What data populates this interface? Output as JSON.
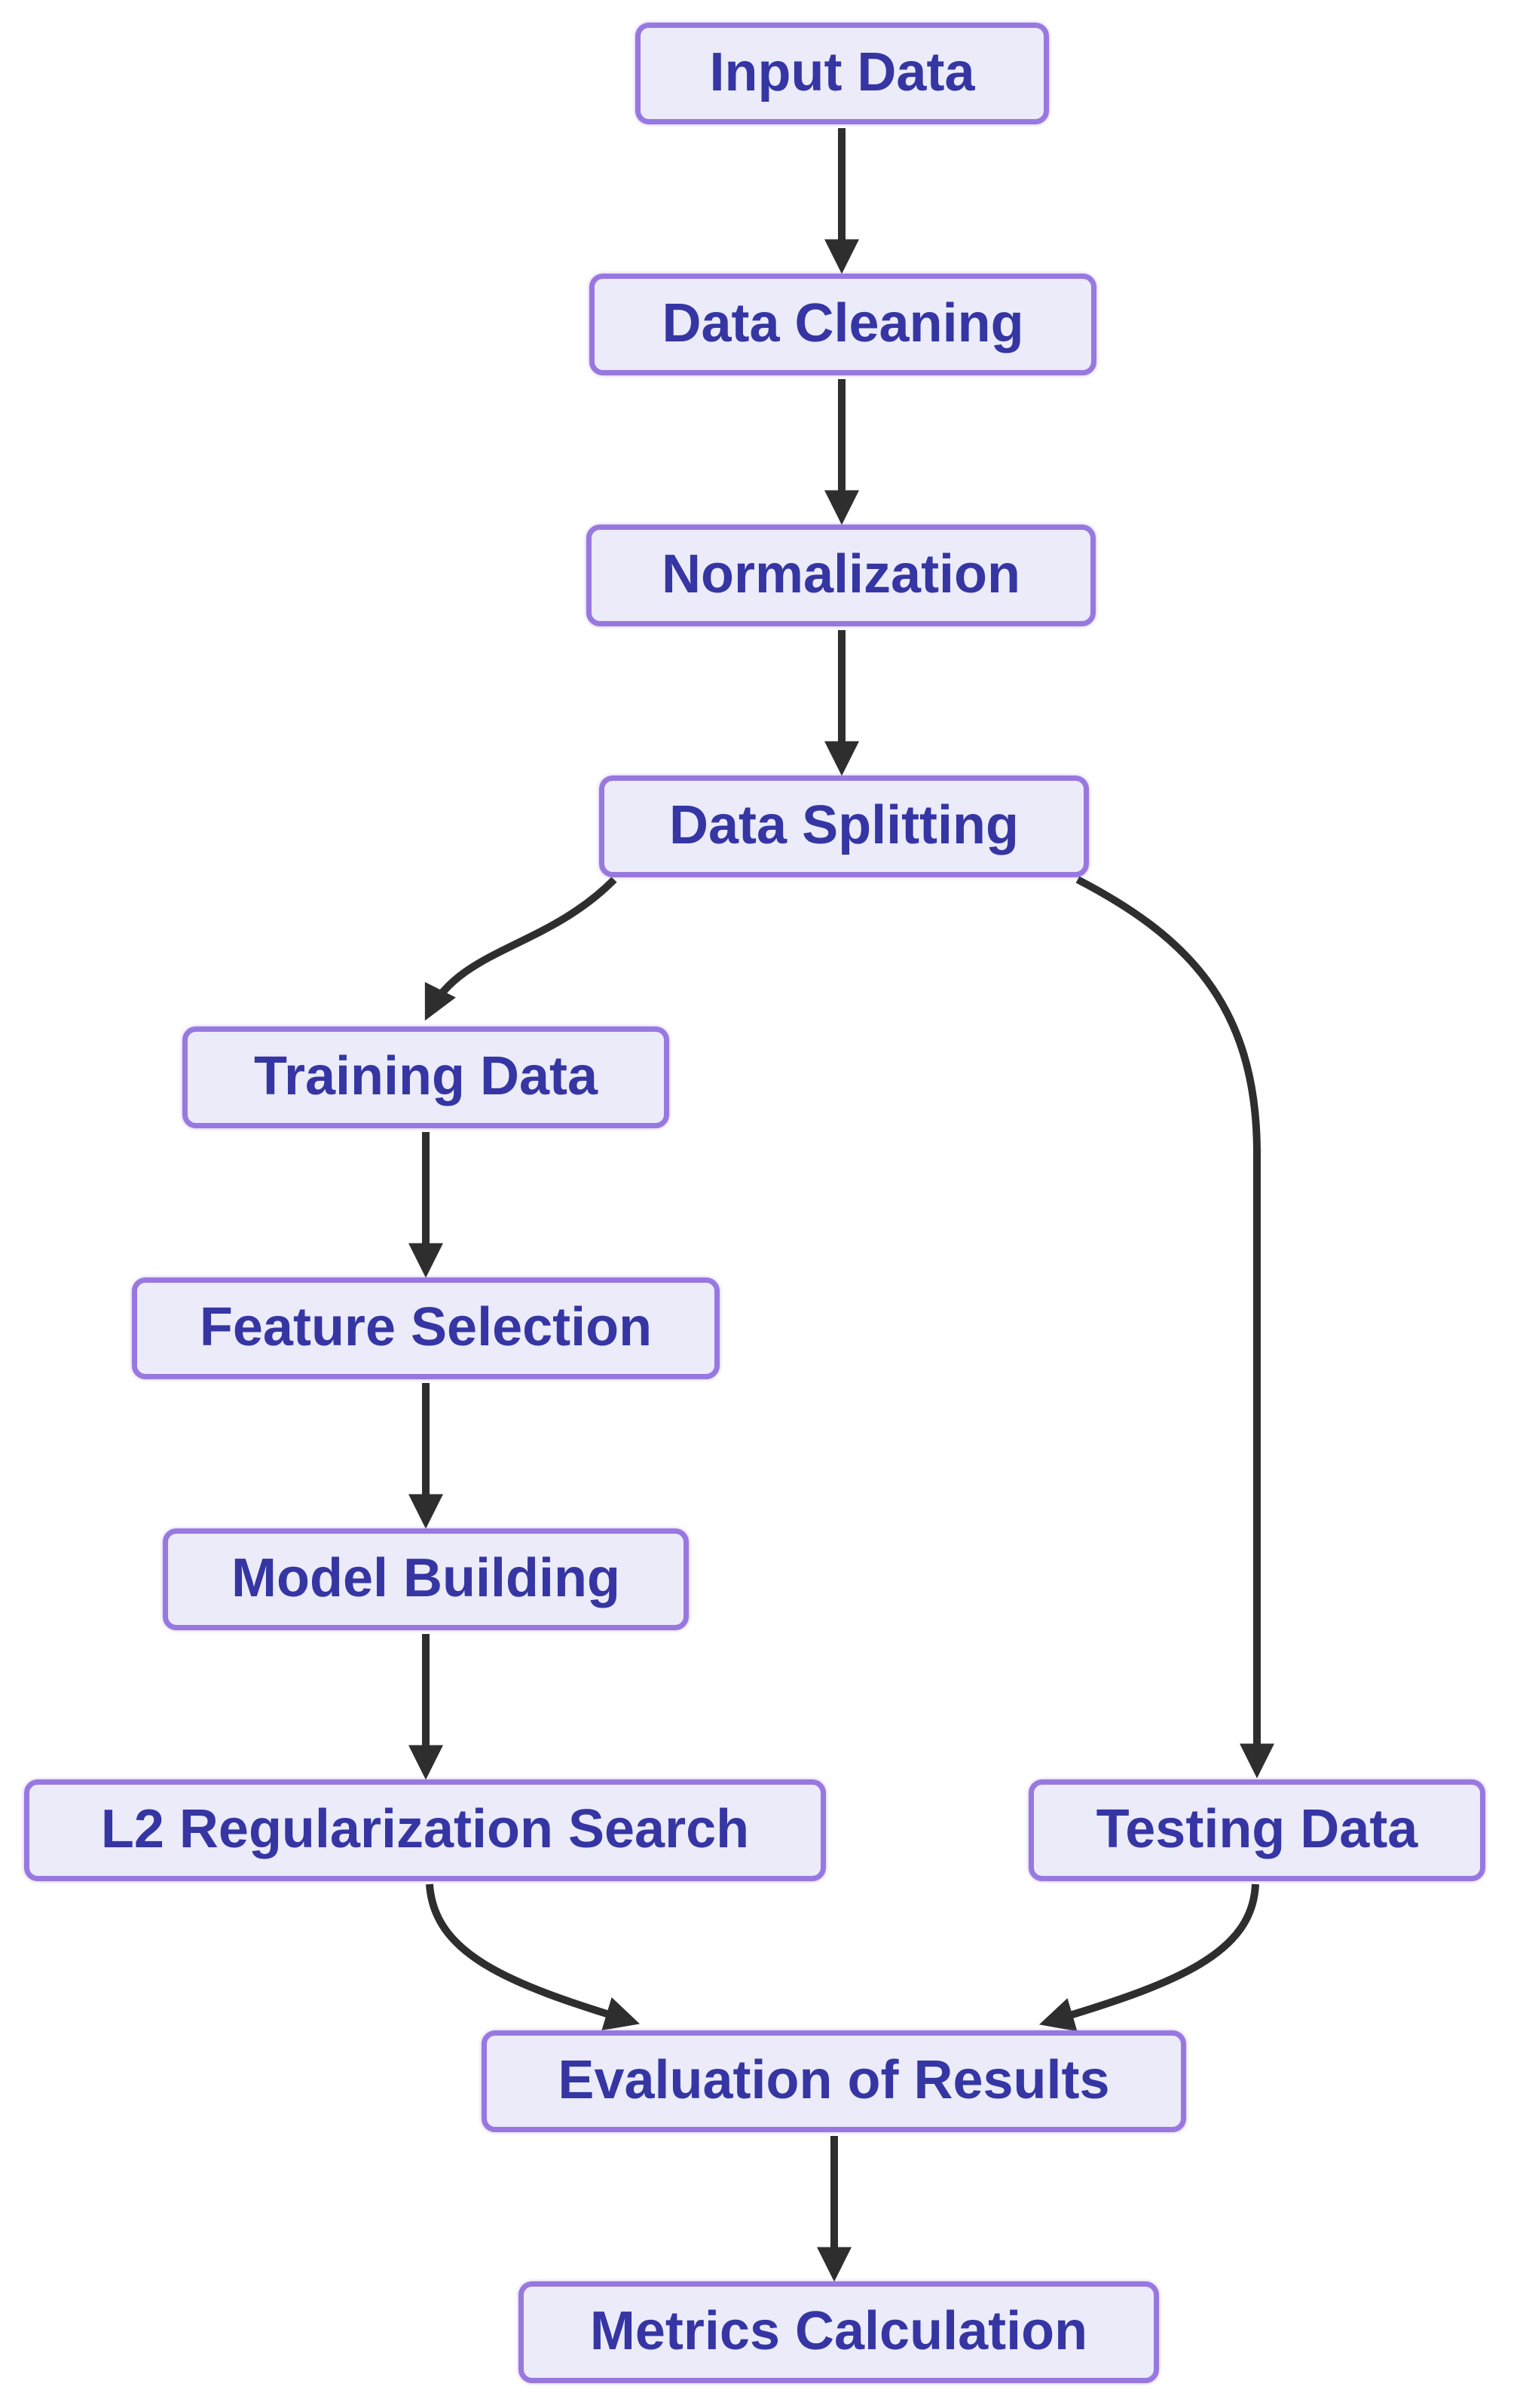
{
  "diagram": {
    "type": "flowchart",
    "background": "#FFFFFF",
    "node_fill": "#EBEBFA",
    "node_border_color": "#9878E0",
    "node_text_color": "#3535A3",
    "edge_color": "#2E2E2E",
    "nodes": [
      {
        "id": "input-data",
        "label": "Input Data"
      },
      {
        "id": "data-cleaning",
        "label": "Data Cleaning"
      },
      {
        "id": "normalization",
        "label": "Normalization"
      },
      {
        "id": "data-splitting",
        "label": "Data Splitting"
      },
      {
        "id": "training-data",
        "label": "Training Data"
      },
      {
        "id": "feature-selection",
        "label": "Feature Selection"
      },
      {
        "id": "model-building",
        "label": "Model Building"
      },
      {
        "id": "l2-regularization-search",
        "label": "L2 Regularization Search"
      },
      {
        "id": "testing-data",
        "label": "Testing Data"
      },
      {
        "id": "evaluation-of-results",
        "label": "Evaluation of Results"
      },
      {
        "id": "metrics-calculation",
        "label": "Metrics Calculation"
      }
    ],
    "edges": [
      {
        "from": "input-data",
        "to": "data-cleaning"
      },
      {
        "from": "data-cleaning",
        "to": "normalization"
      },
      {
        "from": "normalization",
        "to": "data-splitting"
      },
      {
        "from": "data-splitting",
        "to": "training-data"
      },
      {
        "from": "data-splitting",
        "to": "testing-data"
      },
      {
        "from": "training-data",
        "to": "feature-selection"
      },
      {
        "from": "feature-selection",
        "to": "model-building"
      },
      {
        "from": "model-building",
        "to": "l2-regularization-search"
      },
      {
        "from": "l2-regularization-search",
        "to": "evaluation-of-results"
      },
      {
        "from": "testing-data",
        "to": "evaluation-of-results"
      },
      {
        "from": "evaluation-of-results",
        "to": "metrics-calculation"
      }
    ]
  }
}
